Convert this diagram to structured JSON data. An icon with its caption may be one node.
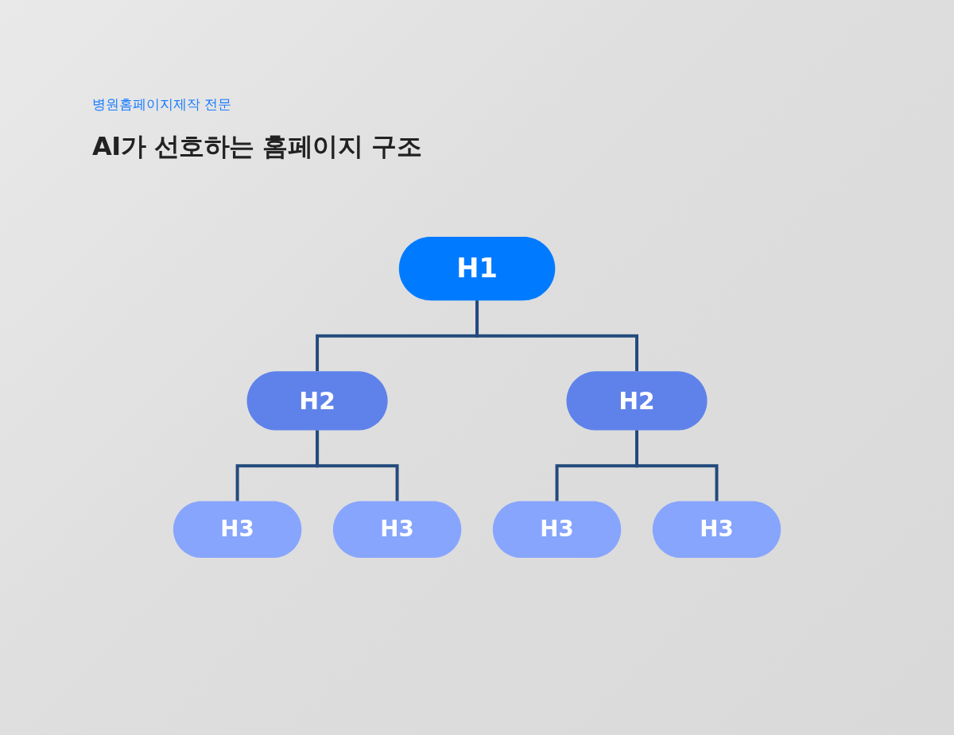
{
  "diagram": {
    "title": "AI가 선호하는 홈페이지 구조",
    "nodes": [
      {
        "text": [
          "H1"
        ]
      },
      {
        "text": [
          "H2"
        ]
      },
      {
        "text": [
          "H2"
        ]
      },
      {
        "text": [
          "H3"
        ]
      },
      {
        "text": [
          "H3"
        ]
      },
      {
        "text": [
          "H3"
        ]
      },
      {
        "text": [
          "H3"
        ]
      }
    ],
    "edges": [
      {
        "from": 0,
        "to": 1,
        "arrow": "none"
      },
      {
        "from": 0,
        "to": 2,
        "arrow": "none"
      },
      {
        "from": 1,
        "to": 3,
        "arrow": "none"
      },
      {
        "from": 1,
        "to": 4,
        "arrow": "none"
      },
      {
        "from": 2,
        "to": 5,
        "arrow": "none"
      },
      {
        "from": 2,
        "to": 6,
        "arrow": "none"
      }
    ],
    "labels": [
      "병원홈페이지제작 전문"
    ]
  }
}
